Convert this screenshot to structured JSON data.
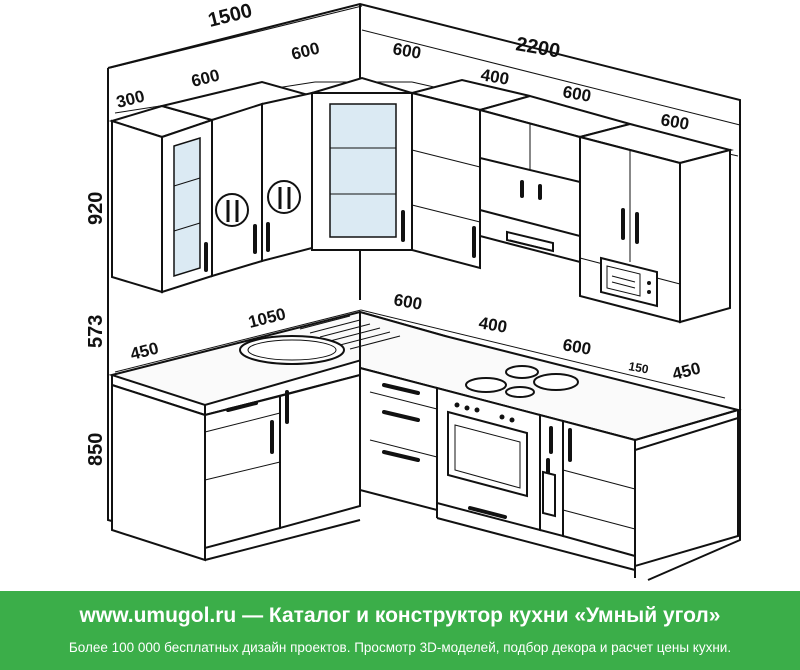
{
  "dimensions": {
    "left_total": "1500",
    "right_total": "2200",
    "upper_left_300": "300",
    "upper_left_600": "600",
    "upper_corner_left_600": "600",
    "upper_corner_right_600": "600",
    "upper_right_400": "400",
    "upper_right_600a": "600",
    "upper_right_600b": "600",
    "height_upper": "920",
    "height_gap": "573",
    "height_base": "850",
    "base_left_depth": "450",
    "base_left_1050": "1050",
    "base_corner_600": "600",
    "base_right_400": "400",
    "base_right_600": "600",
    "base_right_150": "150",
    "base_right_depth": "450"
  },
  "banner": {
    "title": "www.umugol.ru — Каталог и конструктор кухни «Умный угол»",
    "subtitle": "Более 100 000 бесплатных дизайн проектов. Просмотр 3D-моделей, подбор декора и расчет цены кухни.",
    "color": "#3bae49"
  }
}
